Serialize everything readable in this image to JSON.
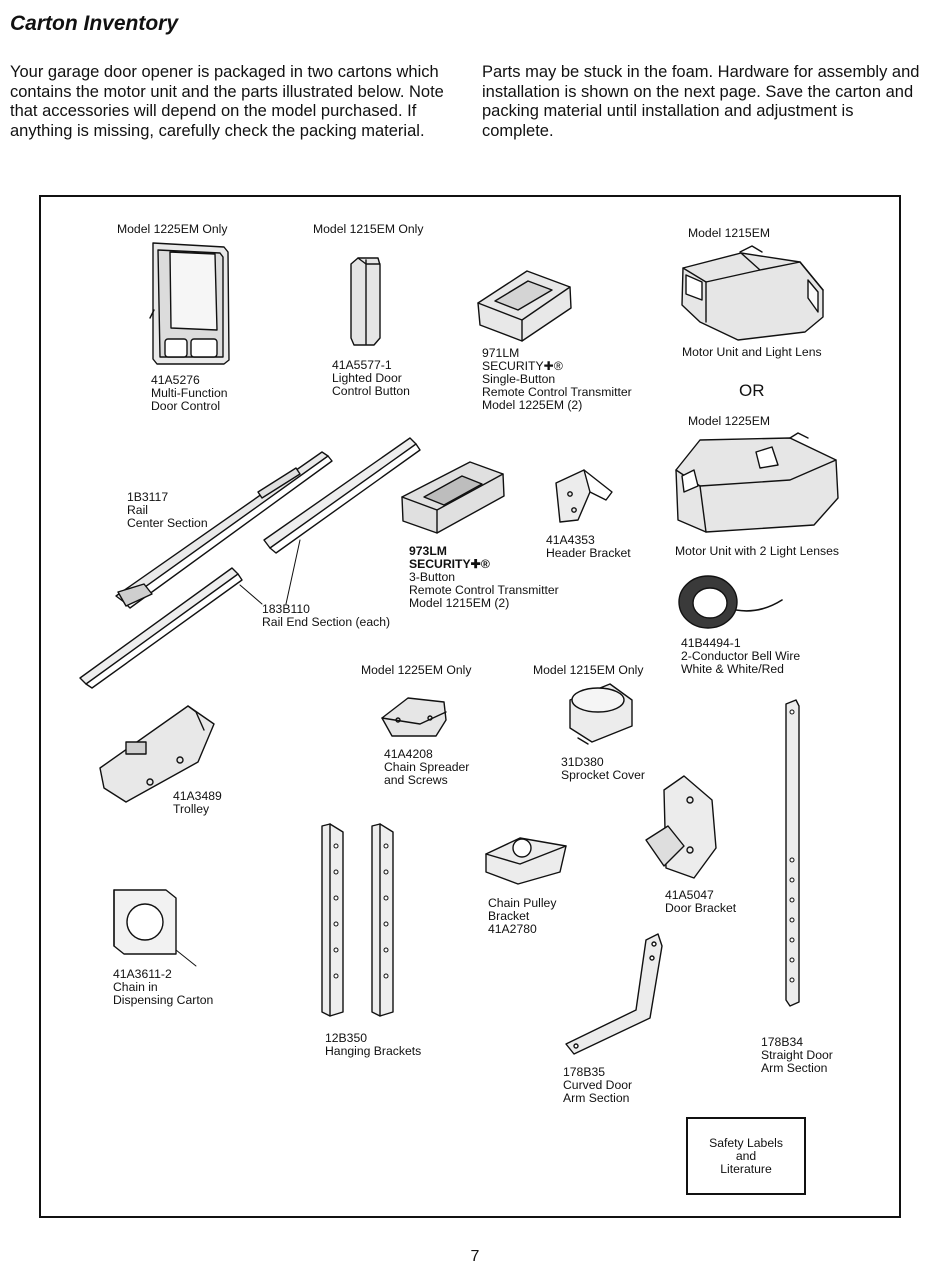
{
  "page": {
    "title": "Carton Inventory",
    "intro_left": "Your garage door opener is packaged in two cartons which contains the motor unit and the parts illustrated below. Note that accessories will depend on the model purchased. If anything is missing, carefully check the packing material.",
    "intro_right": "Parts may be stuck in the foam. Hardware for assembly and installation is shown on the next page. Save the carton and packing material until installation and adjustment is complete.",
    "page_number": "7"
  },
  "models": {
    "m1225_only_a": "Model 1225EM Only",
    "m1215_only_a": "Model 1215EM Only",
    "m1215": "Model 1215EM",
    "m1225": "Model 1225EM",
    "m1225_only_b": "Model 1225EM Only",
    "m1215_only_b": "Model 1215EM Only"
  },
  "or_text": "OR",
  "parts": {
    "door_control": "41A5276\nMulti-Function\nDoor Control",
    "lighted_button": "41A5577-1\nLighted Door\nControl Button",
    "transmitter_971_bold": "971LM",
    "transmitter_971": "SECURITY✚®\nSingle-Button\nRemote Control Transmitter\nModel 1225EM (2)",
    "motor_light_lens": "Motor Unit and Light Lens",
    "motor_2_lenses": "Motor Unit with 2 Light Lenses",
    "rail_center": "1B3117\nRail\nCenter Section",
    "transmitter_973_bold": "973LM\nSECURITY✚®",
    "transmitter_973": "3-Button\nRemote Control Transmitter\nModel 1215EM (2)",
    "header_bracket": "41A4353\nHeader Bracket",
    "rail_end": "183B110\nRail End Section (each)",
    "bell_wire": "41B4494-1\n2-Conductor Bell Wire\nWhite & White/Red",
    "chain_spreader": "41A4208\nChain Spreader\nand Screws",
    "sprocket_cover": "31D380\nSprocket Cover",
    "trolley": "41A3489\nTrolley",
    "chain_pulley": "Chain Pulley\nBracket\n41A2780",
    "door_bracket": "41A5047\nDoor Bracket",
    "chain_carton": "41A3611-2\nChain in\nDispensing Carton",
    "hanging_brackets": "12B350\nHanging Brackets",
    "curved_arm": "178B35\nCurved Door\nArm Section",
    "straight_arm": "178B34\nStraight Door\nArm Section",
    "safety_labels": "Safety Labels\nand\nLiterature"
  }
}
